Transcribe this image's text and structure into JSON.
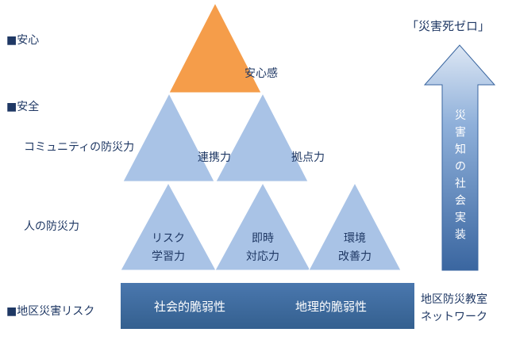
{
  "left_labels": {
    "anshin": "■安心",
    "anzen": "■安全",
    "community": "コミュニティの防災力",
    "people": "人の防災力",
    "risk": "■地区災害リスク"
  },
  "pyramid": {
    "top": "安心感",
    "middle_left": "連携力",
    "middle_right": "拠点力",
    "bottom_left_line1": "リスク",
    "bottom_left_line2": "学習力",
    "bottom_center_line1": "即時",
    "bottom_center_line2": "対応力",
    "bottom_right_line1": "環境",
    "bottom_right_line2": "改善力"
  },
  "base_bar": {
    "left": "社会的脆弱性",
    "right": "地理的脆弱性"
  },
  "right_side": {
    "goal": "「災害死ゼロ」",
    "arrow_chars": [
      "災",
      "害",
      "知",
      "の",
      "社",
      "会",
      "実",
      "装"
    ],
    "network_line1": "地区防災教室",
    "network_line2": "ネットワーク"
  },
  "colors": {
    "orange": "#f59d4a",
    "light_blue": "#a9c3e6",
    "dark_blue": "#3d6a9f",
    "text": "#1f3864"
  }
}
